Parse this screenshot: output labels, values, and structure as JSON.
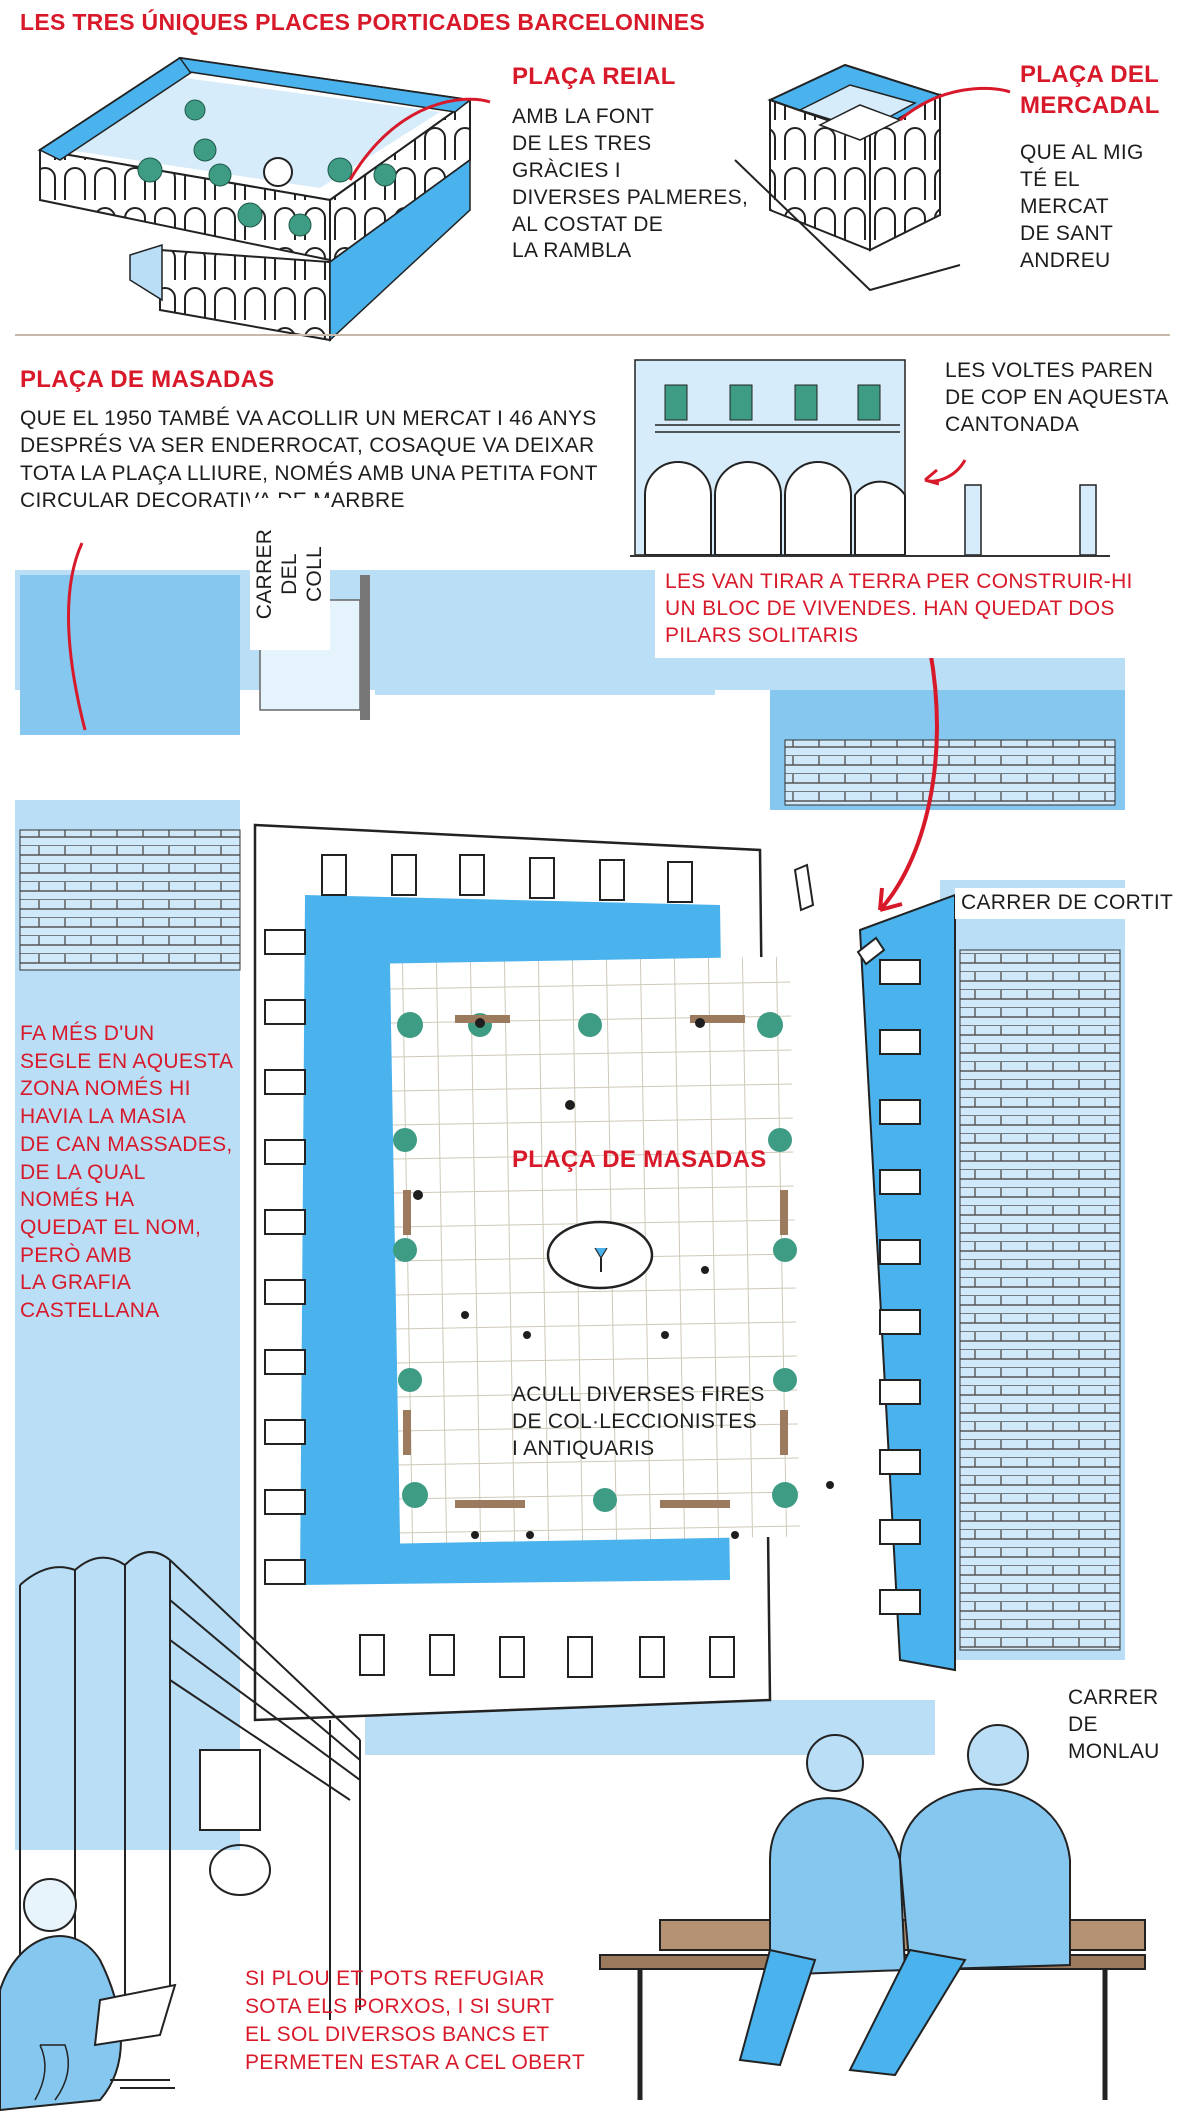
{
  "header": {
    "title": "Les tres úniques places porticades barcelonines"
  },
  "placa_reial": {
    "title": "Plaça Reial",
    "desc": [
      "Amb la font",
      "de les tres",
      "Gràcies i",
      "diverses palmeres,",
      "al costat de",
      "la Rambla"
    ]
  },
  "placa_mercadal": {
    "title": [
      "Plaça del",
      "Mercadal"
    ],
    "desc": [
      "que al mig",
      "té el",
      "mercat",
      "de Sant",
      "Andreu"
    ]
  },
  "placa_masadas": {
    "title": "Plaça de Masadas",
    "desc": [
      "que el 1950 també va acollir un mercat i 46 anys",
      "després va ser enderrocat, cosaque va deixar",
      "tota la plaça lliure, només amb una petita font",
      "circular decorativa de marbre"
    ]
  },
  "voltes_note": [
    "Les voltes paren",
    "de cop en aquesta",
    "cantonada"
  ],
  "demolished_note": [
    "Les van tirar a terra per construir-hi",
    "un bloc de vivendes. Han quedat dos",
    "pilars solitaris"
  ],
  "streets": {
    "coll": [
      "Carrer",
      "del",
      "Coll"
    ],
    "cortit": "Carrer de Cortit",
    "monlau": [
      "Carrer de",
      "Monlau"
    ]
  },
  "history_note": [
    "Fa més d'un",
    "segle en aquesta",
    "zona només hi",
    "havia la masia",
    "de Can Massades,",
    "de la qual",
    "només ha",
    "quedat el nom,",
    "però amb",
    "la grafia",
    "castellana"
  ],
  "map": {
    "square_label": "Plaça de Masadas",
    "fairs_label": [
      "Acull diverses fires",
      "de col·leccionistes",
      "i antiquaris"
    ]
  },
  "footer_note": [
    "Si plou et pots refugiar",
    "sota els porxos, i si surt",
    "el sol diversos bancs et",
    "permeten estar a cel obert"
  ],
  "colors": {
    "accent_red": "#d8192a",
    "blue": "#4ab2ec",
    "light_blue": "#b9def6",
    "teal": "#3e9b84",
    "bench_brown": "#9b7a5e"
  }
}
